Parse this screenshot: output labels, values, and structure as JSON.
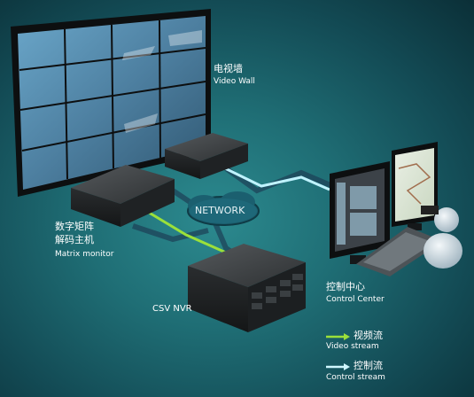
{
  "labels": {
    "video_wall_cn": "电视墙",
    "video_wall_en": "Video Wall",
    "matrix_cn_1": "数字矩阵",
    "matrix_cn_2": "解码主机",
    "matrix_en": "Matrix monitor",
    "network": "NETWORK",
    "nvr": "CSV NVR",
    "control_cn": "控制中心",
    "control_en": "Control Center"
  },
  "legend": [
    {
      "cn": "视频流",
      "en": "Video stream",
      "color": "#9be03a"
    },
    {
      "cn": "控制流",
      "en": "Control stream",
      "color": "#cff7ff"
    }
  ],
  "colors": {
    "video_stream": "#9be03a",
    "control_stream": "#bff3ff",
    "background": "#1f6e75"
  }
}
